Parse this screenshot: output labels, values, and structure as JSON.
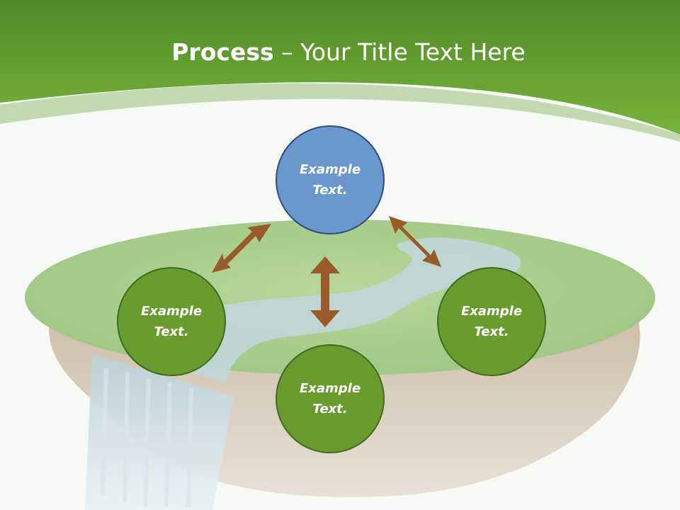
{
  "title": {
    "bold": "Process",
    "rest": " – Your Title Text Here"
  },
  "nodes": {
    "top": {
      "line1": "Example",
      "line2": "Text."
    },
    "left": {
      "line1": "Example",
      "line2": "Text."
    },
    "right": {
      "line1": "Example",
      "line2": "Text."
    },
    "bottom": {
      "line1": "Example",
      "line2": "Text."
    }
  },
  "colors": {
    "header_green": "#6aa637",
    "node_green": "#6a9b2f",
    "node_blue": "#6a98cd",
    "arrow_brown": "#9a5b2a"
  }
}
